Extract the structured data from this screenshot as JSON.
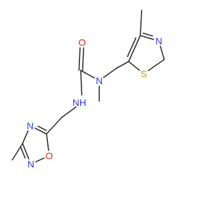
{
  "molecule": {
    "atom_colors": {
      "N": "#2a3cf0",
      "O": "#e0241b",
      "S": "#b8a100",
      "C": "#2f2f2f"
    },
    "labels": {
      "thiazole_n": "N",
      "thiazole_s": "S",
      "urea_o": "O",
      "urea_n_methyl": "N",
      "urea_nh": "NH",
      "oxadiazole_n4": "N",
      "oxadiazole_o1": "O",
      "oxadiazole_n2": "N"
    }
  }
}
